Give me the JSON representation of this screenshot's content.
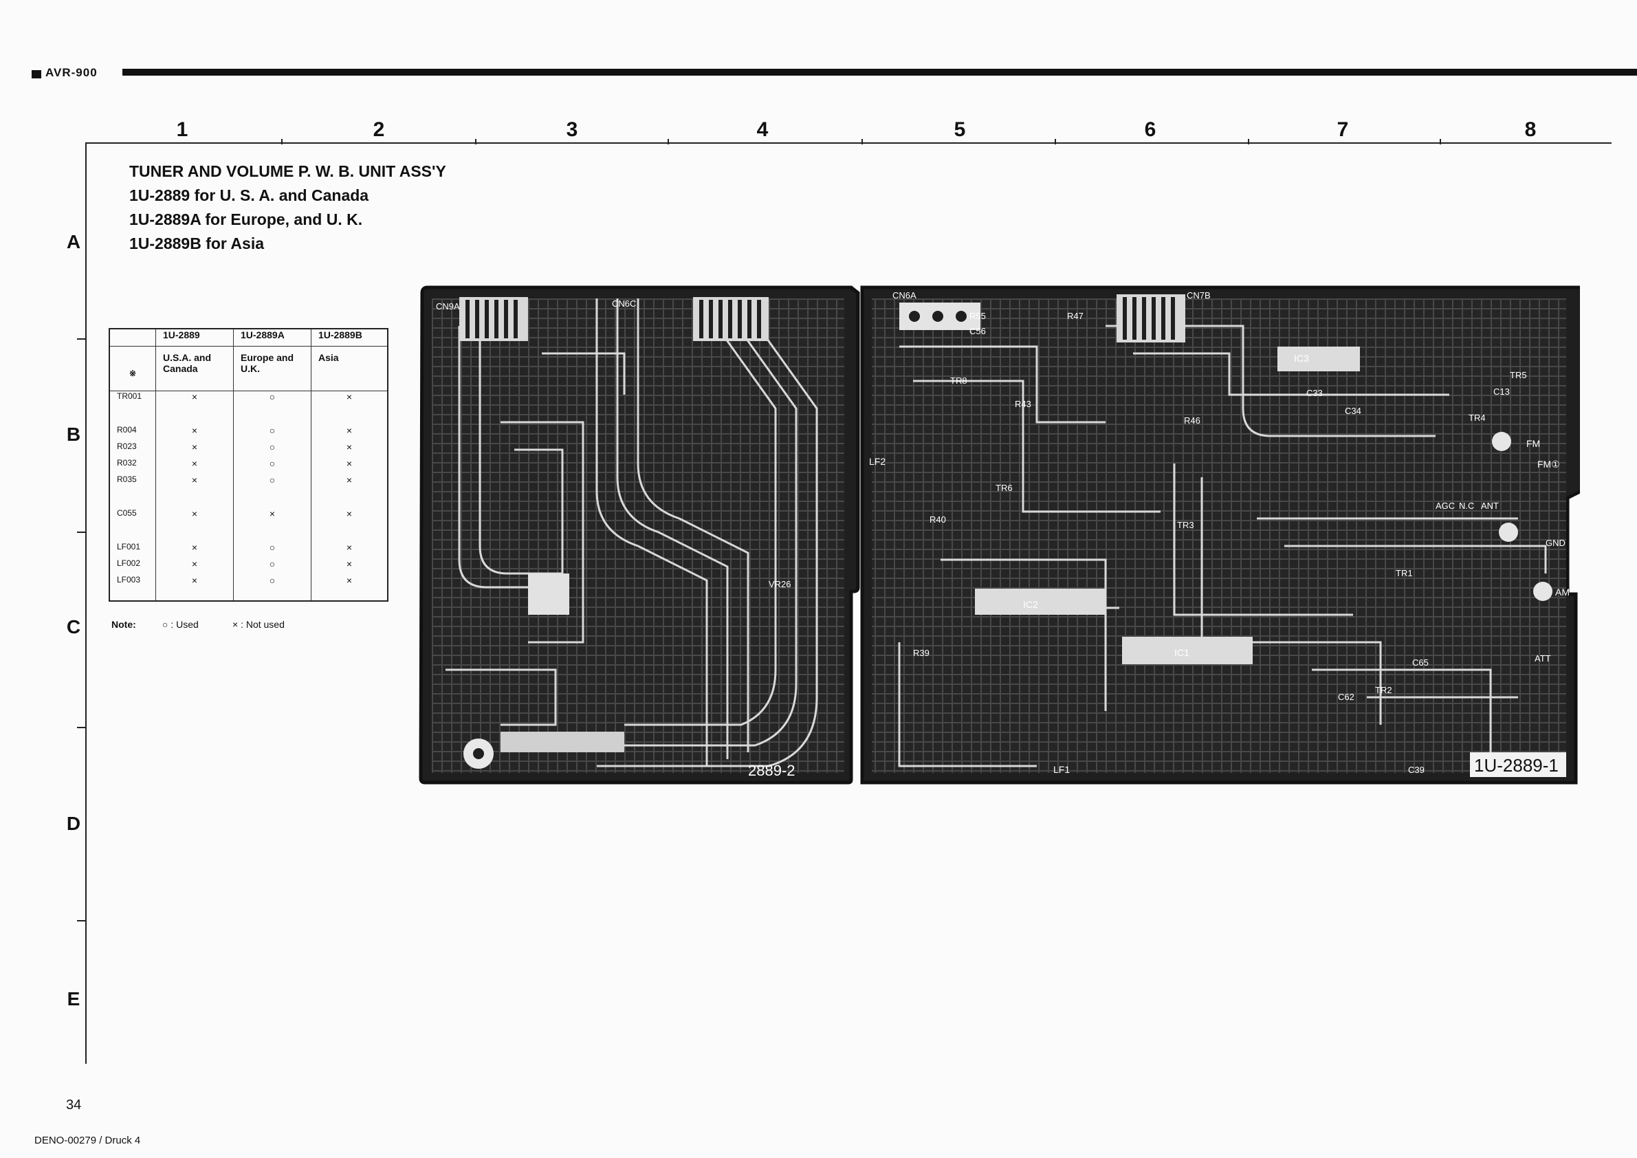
{
  "header": {
    "model": "AVR-900"
  },
  "grid": {
    "columns": [
      "1",
      "2",
      "3",
      "4",
      "5",
      "6",
      "7",
      "8"
    ],
    "rows": [
      "A",
      "B",
      "C",
      "D",
      "E"
    ]
  },
  "title": {
    "line1": "TUNER AND VOLUME P. W. B. UNIT ASS'Y",
    "line2": "1U-2889 for U. S. A. and Canada",
    "line3": "1U-2889A for Europe, and U. K.",
    "line4": "1U-2889B for Asia"
  },
  "table": {
    "headers": [
      "1U-2889",
      "1U-2889A",
      "1U-2889B"
    ],
    "subheaders": [
      "U.S.A. and Canada",
      "Europe and U.K.",
      "Asia"
    ],
    "corner_mark": "※",
    "rows": [
      {
        "ref": "TR001",
        "v": [
          "×",
          "○",
          "×"
        ]
      },
      {
        "ref": "R004",
        "v": [
          "×",
          "○",
          "×"
        ]
      },
      {
        "ref": "R023",
        "v": [
          "×",
          "○",
          "×"
        ]
      },
      {
        "ref": "R032",
        "v": [
          "×",
          "○",
          "×"
        ]
      },
      {
        "ref": "R035",
        "v": [
          "×",
          "○",
          "×"
        ]
      },
      {
        "ref": "C055",
        "v": [
          "×",
          "×",
          "×"
        ]
      },
      {
        "ref": "LF001",
        "v": [
          "×",
          "○",
          "×"
        ]
      },
      {
        "ref": "LF002",
        "v": [
          "×",
          "○",
          "×"
        ]
      },
      {
        "ref": "LF003",
        "v": [
          "×",
          "○",
          "×"
        ]
      }
    ]
  },
  "note": {
    "label": "Note:",
    "used": "○ : Used",
    "not_used": "× : Not used"
  },
  "pcb": {
    "left_board_id": "2889-2",
    "right_board_id": "1U-2889-1",
    "labels": [
      "CN9A",
      "CN6C",
      "CN6A",
      "CN7B",
      "IC3",
      "IC2",
      "IC1",
      "VR26",
      "LF2",
      "LF1",
      "FM",
      "FM①",
      "GND",
      "AM",
      "ANT",
      "AGC",
      "ATT",
      "N.C",
      "TR1",
      "TR2",
      "TR3",
      "TR4",
      "TR5",
      "TR6",
      "TR8",
      "R55",
      "C56",
      "C33",
      "C34",
      "C13",
      "C65",
      "C62",
      "C39",
      "R39",
      "R40",
      "R43",
      "R46",
      "R47"
    ]
  },
  "footer": {
    "page": "34",
    "doc_code": "DENO-00279 / Druck 4"
  }
}
